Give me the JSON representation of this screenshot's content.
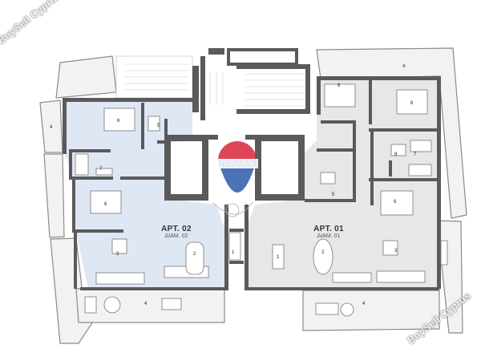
{
  "watermark": {
    "text_top_left": "BuySell Cyprus",
    "text_bottom_right": "BuySell Cyprus"
  },
  "logo": {
    "text": "RE/MAX"
  },
  "apartments": [
    {
      "id": "apt-02",
      "title": "APT. 02",
      "subtitle": "ΔΙΑΜ. 02",
      "fill": "#dfe6f4"
    },
    {
      "id": "apt-01",
      "title": "APT. 01",
      "subtitle": "ΔΙΑΜ. 01",
      "fill": "#e5e8e5"
    }
  ],
  "room_numbers": {
    "apt02_bedroom_top": "6",
    "apt02_bath": "5",
    "apt02_bath2": "7",
    "apt02_bedroom_bottom": "6",
    "apt02_terrace_left": "4",
    "apt02_living": "3",
    "apt02_dining": "2",
    "apt02_kitchen": "1",
    "apt02_veranda": "4",
    "apt01_bedroom_top": "6",
    "apt01_bedroom_right": "6",
    "apt01_terrace_top": "4",
    "apt01_bath": "8",
    "apt01_wc": "7",
    "apt01_bath2": "5",
    "apt01_bedroom_mid": "6",
    "apt01_kitchen": "1",
    "apt01_dining": "2",
    "apt01_living": "3",
    "apt01_veranda": "4"
  },
  "colors": {
    "wall": "#5a5a5a",
    "terrace": "#f1f3f1",
    "outline": "#888888",
    "apt02": "#dfe6f4",
    "apt01": "#e5e8e5",
    "core": "#ffffff",
    "remax_red": "#d8263a",
    "remax_blue": "#2b5aa8"
  }
}
